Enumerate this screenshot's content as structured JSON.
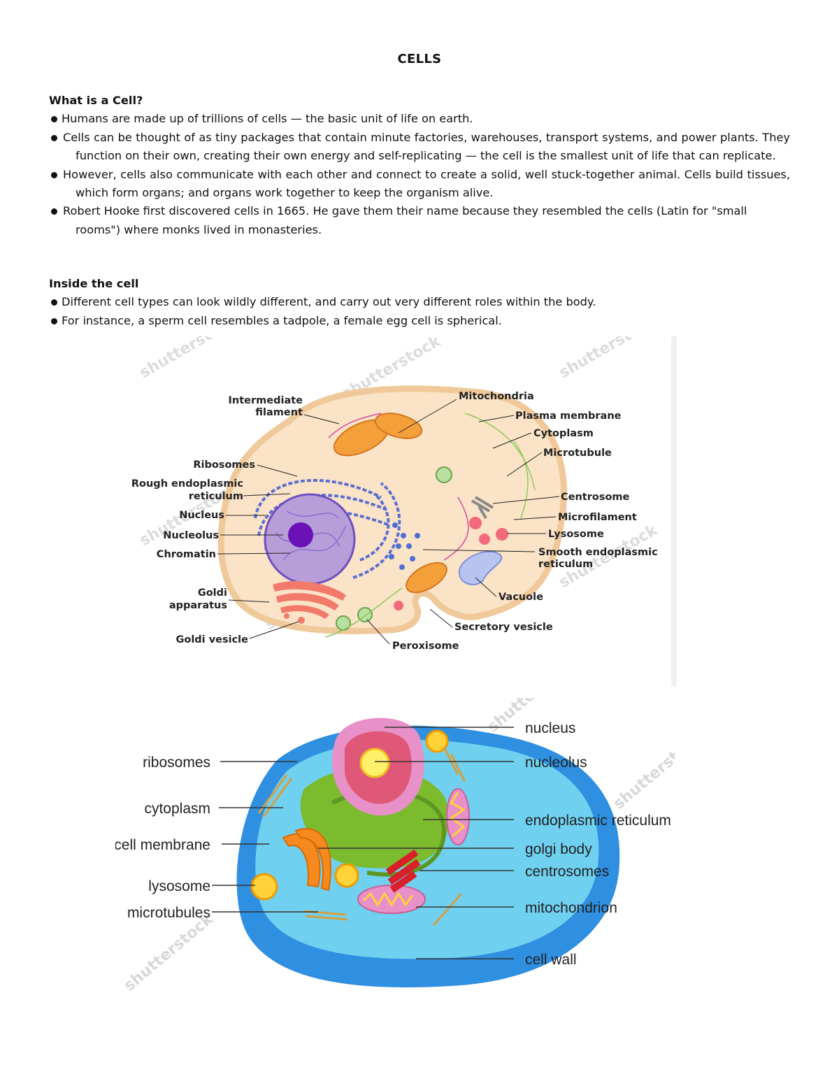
{
  "title": "CELLS",
  "section1": {
    "heading": "What is a Cell?",
    "bullets": [
      "Humans are made up of trillions of cells — the basic unit of life on earth.",
      "Cells can be thought of as tiny packages that contain minute factories, warehouses, transport systems, and power plants. They function on their own, creating their own energy and self-replicating — the cell is the smallest unit of life that can replicate.",
      "However, cells also communicate with each other and connect to create a solid, well stuck-together animal. Cells build tissues, which form organs; and organs work together to keep the organism alive.",
      "Robert Hooke first discovered cells in 1665. He gave them their name because they resembled the cells (Latin for \"small rooms\") where monks lived in monasteries."
    ]
  },
  "section2": {
    "heading": "Inside the cell",
    "bullets": [
      "Different cell types can look wildly different, and carry out very different roles within the body.",
      "For instance, a sperm cell resembles a tadpole, a female egg cell is spherical."
    ]
  },
  "figure1": {
    "labels": {
      "intermediate_filament_1": "Intermediate",
      "intermediate_filament_2": "filament",
      "ribosomes": "Ribosomes",
      "rough_er_1": "Rough endoplasmic",
      "rough_er_2": "reticulum",
      "nucleus": "Nucleus",
      "nucleolus": "Nucleolus",
      "chromatin": "Chromatin",
      "goldi_apparatus_1": "Goldi",
      "goldi_apparatus_2": "apparatus",
      "goldi_vesicle": "Goldi vesicle",
      "mitochondria": "Mitochondria",
      "plasma_membrane": "Plasma membrane",
      "cytoplasm": "Cytoplasm",
      "microtubule": "Microtubule",
      "centrosome": "Centrosome",
      "microfilament": "Microfilament",
      "lysosome": "Lysosome",
      "smooth_er_1": "Smooth endoplasmic",
      "smooth_er_2": "reticulum",
      "vacuole": "Vacuole",
      "secretory_vesicle": "Secretory vesicle",
      "peroxisome": "Peroxisome"
    }
  },
  "figure2": {
    "labels": {
      "ribosomes": "ribosomes",
      "cytoplasm": "cytoplasm",
      "cell_membrane": "cell membrane",
      "lysosome": "lysosome",
      "microtubules": "microtubules",
      "nucleus": "nucleus",
      "nucleolus": "nucleolus",
      "endoplasmic_reticulum": "endoplasmic reticulum",
      "golgi_body": "golgi body",
      "centrosomes": "centrosomes",
      "mitochondrion": "mitochondrion",
      "cell_wall": "cell wall"
    }
  },
  "colors": {
    "fig1_cytoplasm": "#fbe3c8",
    "fig1_membrane": "#f0c99a",
    "fig1_nucleus": "#b79ed9",
    "fig1_nucleolus": "#6a12b8",
    "fig1_er": "#5b6fd0",
    "fig2_outer": "#2f8fe0",
    "fig2_inner": "#6fd0f0",
    "fig2_nucleus": "#e890c8",
    "fig2_er": "#7cbb2e"
  }
}
